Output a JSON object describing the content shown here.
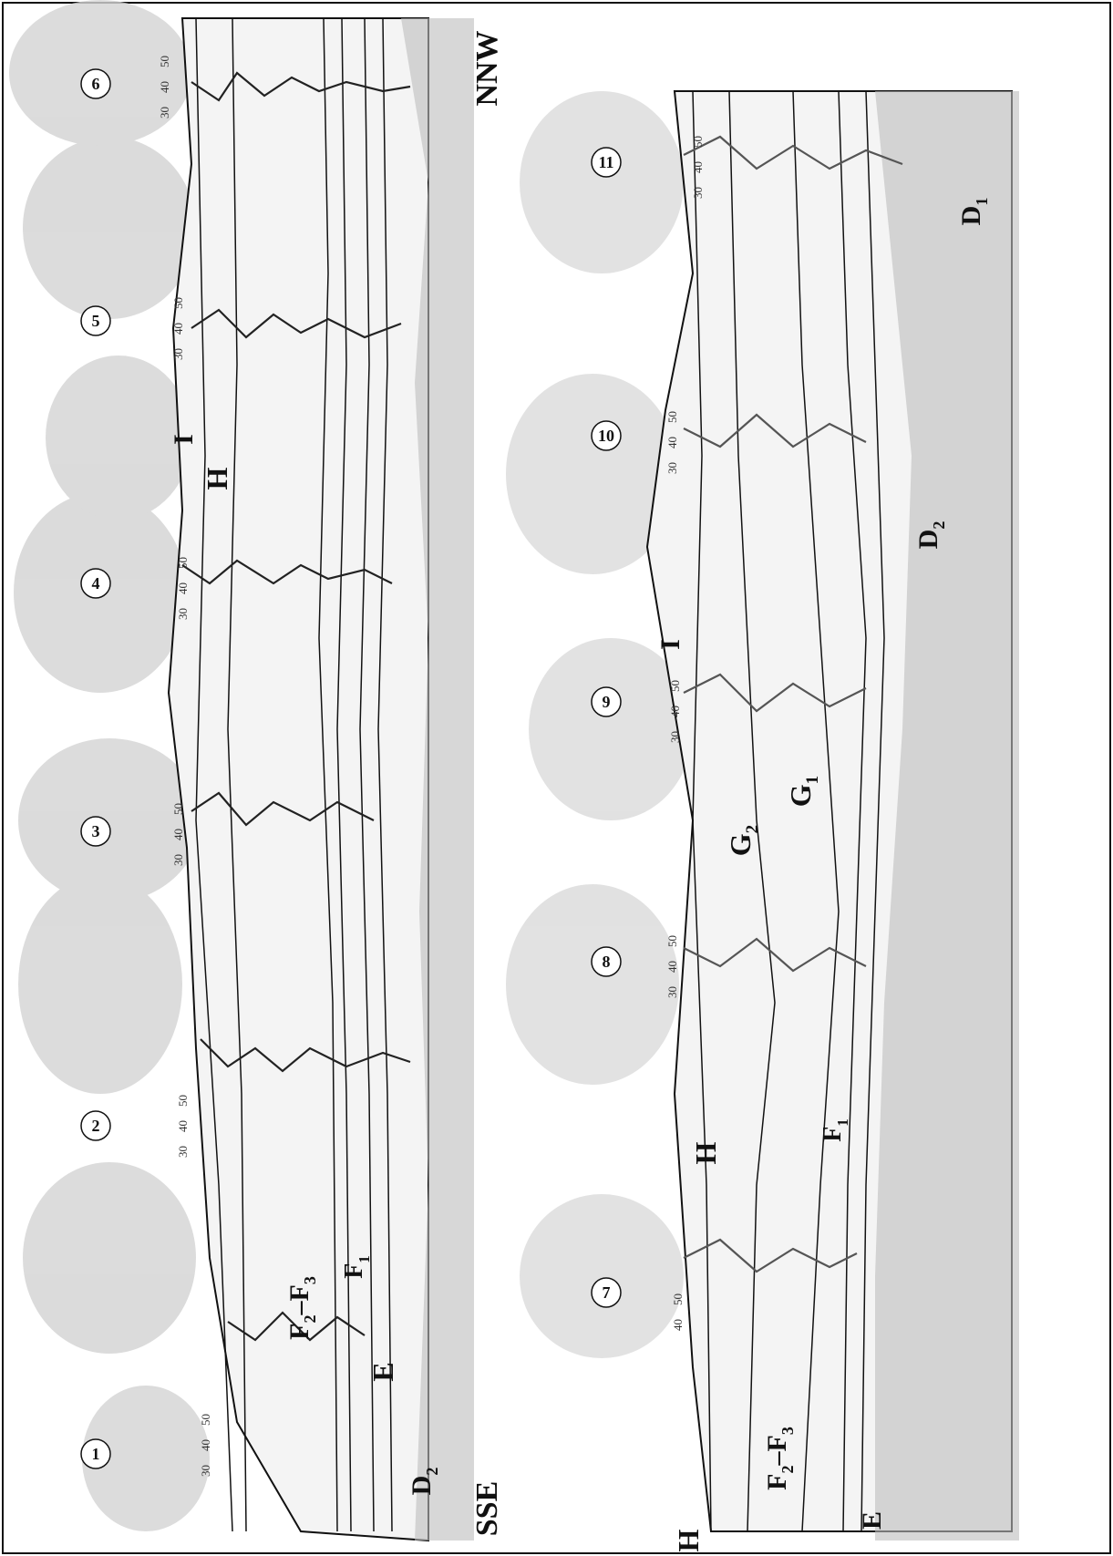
{
  "orientation": {
    "left": "SSE",
    "right": "NNW"
  },
  "upper_profile": {
    "sites": [
      "1",
      "2",
      "3",
      "4",
      "5",
      "6"
    ],
    "layers": [
      {
        "label": "I"
      },
      {
        "label": "H"
      },
      {
        "label": "F",
        "sub": "2",
        "dash": "–F",
        "sub2": "3"
      },
      {
        "label": "F",
        "sub": "1"
      },
      {
        "label": "E"
      },
      {
        "label": "D",
        "sub": "2"
      }
    ]
  },
  "lower_profile": {
    "sites": [
      "7",
      "8",
      "9",
      "10",
      "11"
    ],
    "layers": [
      {
        "label": "I"
      },
      {
        "label": "H"
      },
      {
        "label": "H"
      },
      {
        "label": "G",
        "sub": "2"
      },
      {
        "label": "G",
        "sub": "1"
      },
      {
        "label": "F",
        "sub": "2",
        "dash": "–F",
        "sub2": "3"
      },
      {
        "label": "F",
        "sub": "1"
      },
      {
        "label": "E"
      },
      {
        "label": "D",
        "sub": "2"
      },
      {
        "label": "D",
        "sub": "1"
      }
    ]
  },
  "scale_ticks": [
    "30",
    "40",
    "50"
  ],
  "colors": {
    "ink": "#111111",
    "tree": "#c8c8c8",
    "stipple": "#555555"
  }
}
